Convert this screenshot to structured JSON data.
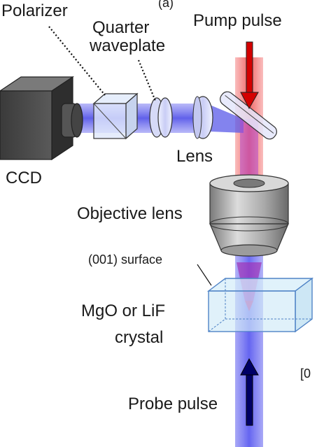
{
  "labels": {
    "polarizer": "Polarizer",
    "quarter": "Quarter",
    "waveplate": "waveplate",
    "pump_pulse": "Pump pulse",
    "ccd": "CCD",
    "lens": "Lens",
    "objective_lens": "Objective lens",
    "surface": "(001) surface",
    "crystal_line1": "MgO or LiF",
    "crystal_line2": "crystal",
    "probe_pulse": "Probe pulse",
    "top_partial": "(a)",
    "right_partial": "[0"
  },
  "colors": {
    "probe_beam": "#7b7bf0",
    "pump_beam": "#f06a6a",
    "pump_arrow": "#d40000",
    "probe_arrow": "#000066",
    "crystal_fill": "#cfe9f7",
    "crystal_edge": "#5a8fd0"
  }
}
